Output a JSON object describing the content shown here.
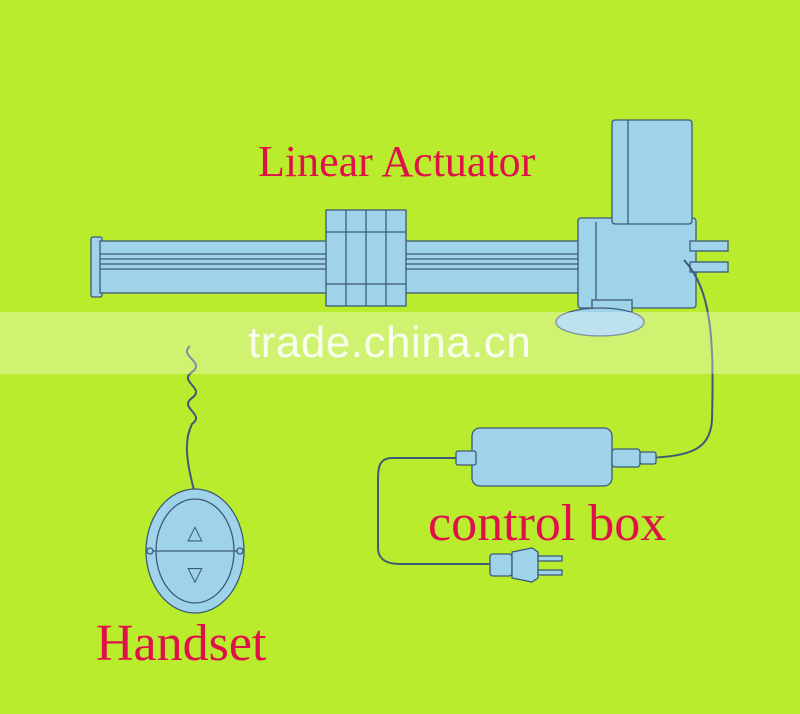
{
  "labels": {
    "actuator": "Linear Actuator",
    "control_box": "control box",
    "handset": "Handset"
  },
  "watermark": "trade.china.cn",
  "handset_buttons": {
    "up": "△",
    "down": "▽"
  },
  "colors": {
    "background": "#b8ec2c",
    "device_fill": "#9ed3e9",
    "outline": "#3d5a78",
    "label": "#e0104a"
  }
}
